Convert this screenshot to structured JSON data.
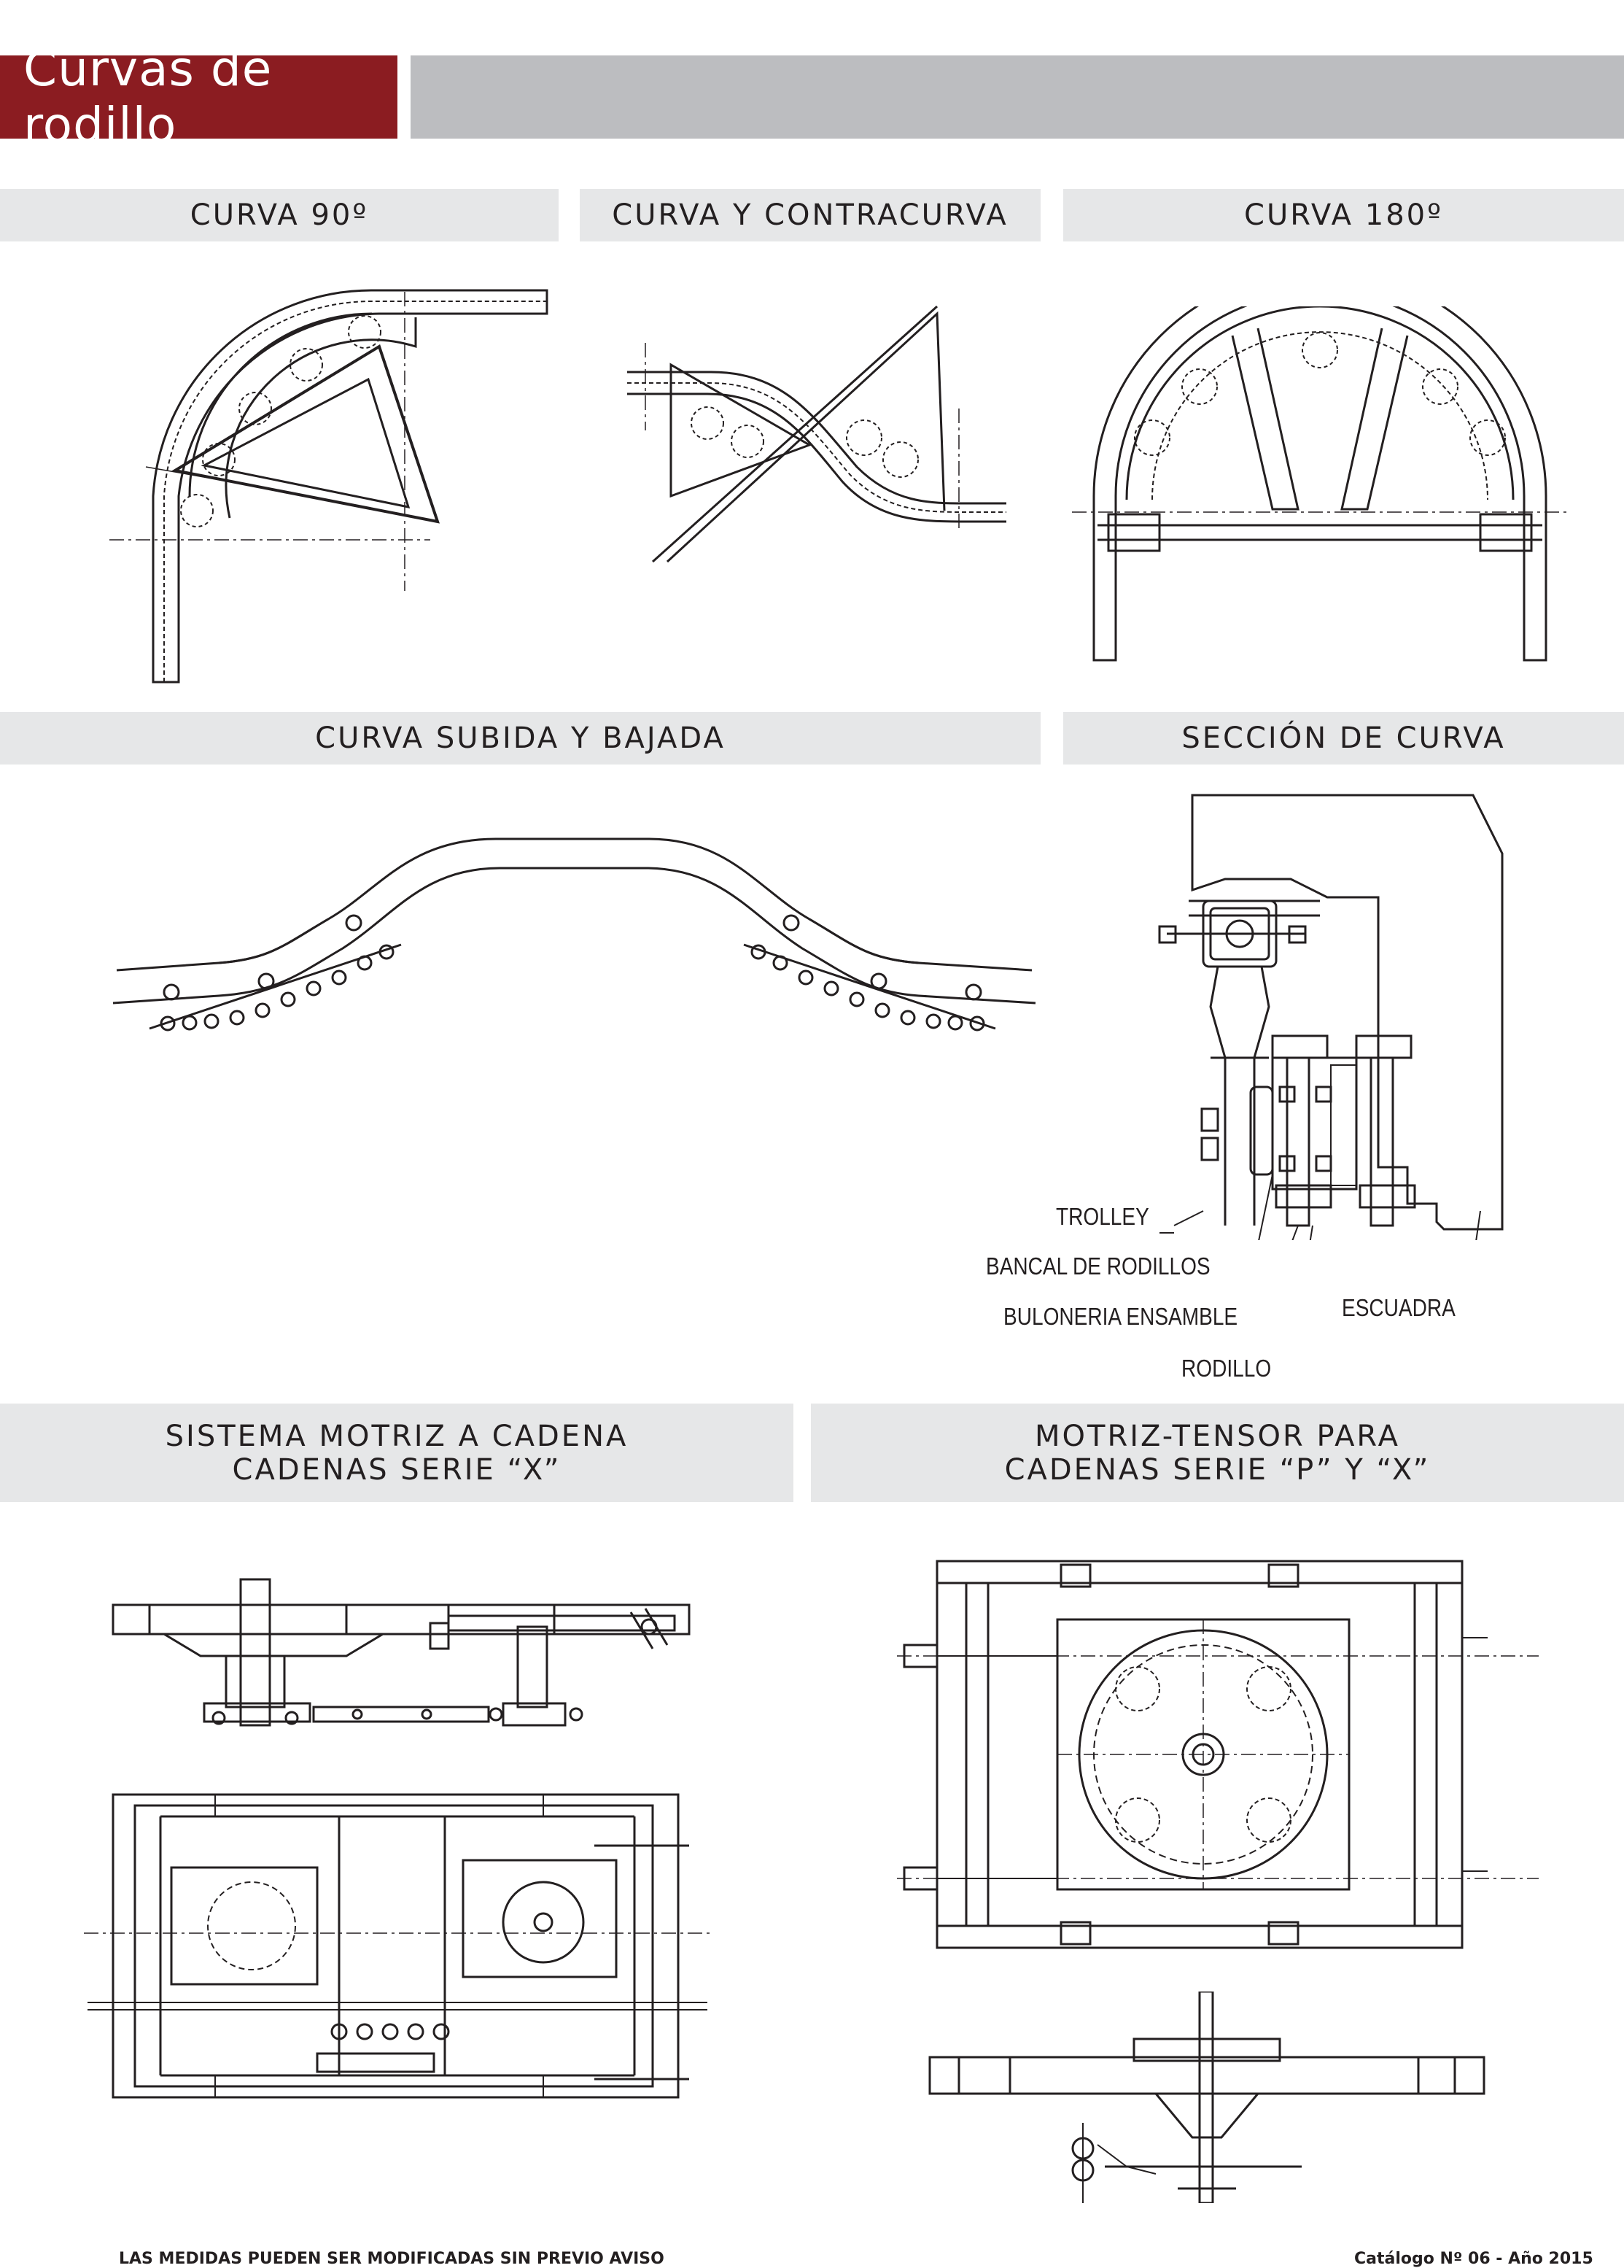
{
  "header": {
    "title": "Curvas de rodillo"
  },
  "sections": {
    "curva_90": "CURVA 90º",
    "curva_contracurva": "CURVA Y CONTRACURVA",
    "curva_180": "CURVA 180º",
    "curva_subida_bajada": "CURVA SUBIDA Y BAJADA",
    "seccion_curva": "SECCIÓN DE CURVA",
    "sistema_motriz_line1": "SISTEMA MOTRIZ A CADENA",
    "sistema_motriz_line2": "CADENAS SERIE “X”",
    "motriz_tensor_line1": "MOTRIZ-TENSOR PARA",
    "motriz_tensor_line2": "CADENAS SERIE “P” Y “X”"
  },
  "callouts": {
    "trolley": "TROLLEY",
    "bancal": "BANCAL DE RODILLOS",
    "buloneria": "BULONERIA ENSAMBLE",
    "rodillo": "RODILLO",
    "escuadra": "ESCUADRA"
  },
  "footer": {
    "notice": "LAS MEDIDAS PUEDEN SER MODIFICADAS SIN PREVIO AVISO",
    "catalog": "Catálogo Nº 06 - Año 2015"
  }
}
